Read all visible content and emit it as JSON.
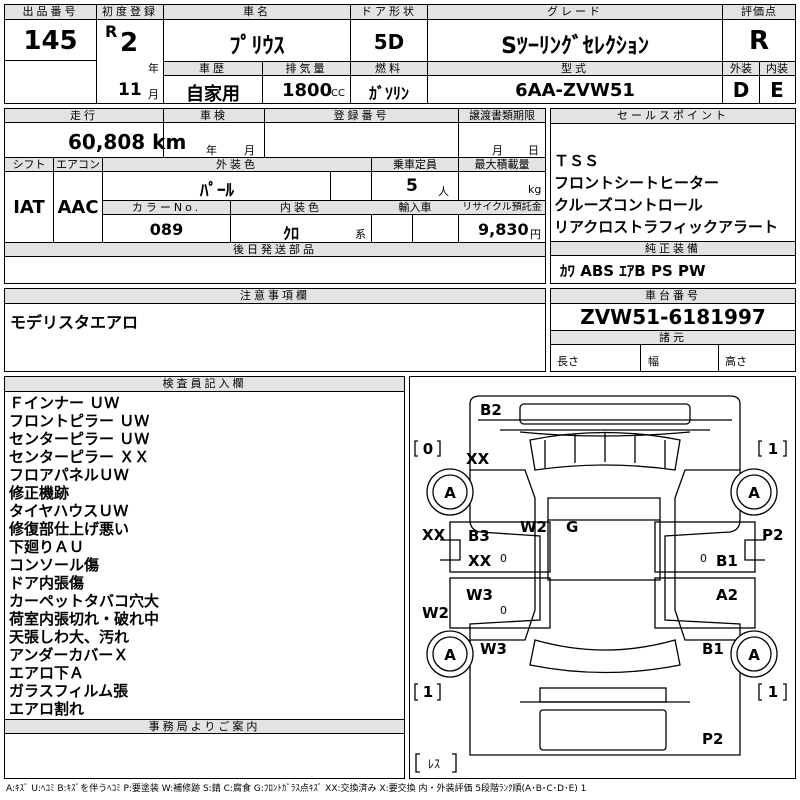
{
  "lot": {
    "label": "出品番号",
    "value": "145"
  },
  "first_reg": {
    "label": "初度登録",
    "era": "R",
    "year": "2",
    "year_unit": "年",
    "month": "11",
    "month_unit": "月"
  },
  "car_name": {
    "label": "車名",
    "value": "ﾌﾟﾘｳｽ"
  },
  "door": {
    "label": "ドア形状",
    "value": "5D"
  },
  "grade": {
    "label": "グレード",
    "value": "Sﾂｰﾘﾝｸﾞｾﾚｸｼｮﾝ"
  },
  "rating": {
    "label": "評価点",
    "value": "R",
    "ext_label": "外装",
    "int_label": "内装",
    "ext_value": "D",
    "int_value": "E"
  },
  "history": {
    "label": "車歴",
    "value": "自家用"
  },
  "displacement": {
    "label": "排気量",
    "value": "1800",
    "unit": "CC"
  },
  "fuel": {
    "label": "燃料",
    "value": "ｶﾞｿﾘﾝ"
  },
  "model": {
    "label": "型式",
    "value": "6AA-ZVW51"
  },
  "mileage": {
    "label": "走行",
    "value": "60,808 km"
  },
  "inspection": {
    "label": "車検",
    "year_unit": "年",
    "month_unit": "月"
  },
  "reg_no": {
    "label": "登録番号"
  },
  "transfer": {
    "label": "譲渡書類期限",
    "month_unit": "月",
    "day_unit": "日"
  },
  "sales_points": {
    "label": "セールスポイント",
    "items": [
      "ＴＳＳ",
      "フロントシートヒーター",
      "クルーズコントロール",
      "リアクロストラフィックアラート"
    ]
  },
  "shift": {
    "label": "シフト",
    "value": "IAT"
  },
  "aircon": {
    "label": "エアコン",
    "value": "AAC"
  },
  "ext_color": {
    "label": "外装色",
    "value": "ﾊﾟｰﾙ"
  },
  "capacity": {
    "label": "乗車定員",
    "value": "5",
    "unit": "人"
  },
  "load": {
    "label": "最大積載量",
    "unit": "kg"
  },
  "color_no": {
    "label": "カラーNo.",
    "value": "089"
  },
  "int_color": {
    "label": "内装色",
    "value": "ｸﾛ",
    "suffix": "系"
  },
  "import": {
    "label": "輸入車"
  },
  "recycle": {
    "label": "リサイクル預託金",
    "value": "9,830",
    "unit": "円"
  },
  "later_parts": {
    "label": "後日発送部品"
  },
  "genuine": {
    "label": "純正装備",
    "value": "ｶﾜ ABS ｴｱB PS PW"
  },
  "notes": {
    "label": "注意事項欄",
    "value": "モデリスタエアロ"
  },
  "chassis": {
    "label": "車台番号",
    "value": "ZVW51-6181997"
  },
  "specs": {
    "label": "諸元",
    "length": "長さ",
    "width": "幅",
    "height": "高さ"
  },
  "inspector": {
    "label": "検査員記入欄",
    "lines": [
      "Ｆインナー ＵＷ",
      "フロントピラー ＵＷ",
      "センターピラー ＵＷ",
      "センターピラー ＸＸ",
      "フロアパネルＵＷ",
      "修正機跡",
      "タイヤハウスＵＷ",
      "修復部仕上げ悪い",
      "下廻りＡＵ",
      "コンソール傷",
      "ドア内張傷",
      "カーペットタバコ穴大",
      "荷室内張切れ・破れ中",
      "天張しわ大、汚れ",
      "アンダーカバーＸ",
      "エアロ下Ａ",
      "ガラスフィルム張",
      "エアロ割れ"
    ]
  },
  "office": {
    "label": "事務局よりご案内"
  },
  "diagram": {
    "labels": {
      "b2_top": "B2",
      "xx_fl": "XX",
      "w2_center": "W2",
      "g": "G",
      "xx_left": "XX",
      "b3": "B3",
      "xx_inner": "XX",
      "zero_a": "0",
      "p2_right": "P2",
      "b1_right": "B1",
      "zero_b": "0",
      "w3_inner": "W3",
      "zero_c": "0",
      "a2": "A2",
      "w2_left": "W2",
      "w3_rl": "W3",
      "b1_rr": "B1",
      "p2_bottom": "P2"
    },
    "tires": [
      "A",
      "A",
      "A",
      "A"
    ],
    "brackets": {
      "tl": "0",
      "tr": "1",
      "bl": "1",
      "br": "1"
    },
    "res_label": "ﾚｽ"
  },
  "legend": "A:ｷｽﾞ U:ﾍｺﾐ B:ｷｽﾞを伴うﾍｺﾐ P:要塗装 W:補修跡 S:錆 C:腐食 G:ﾌﾛﾝﾄｶﾞﾗｽ点ｷｽﾞ XX:交換済み X:要交換 内・外装評価 5段階ﾗﾝｸ順(A･B･C･D･E) 1"
}
